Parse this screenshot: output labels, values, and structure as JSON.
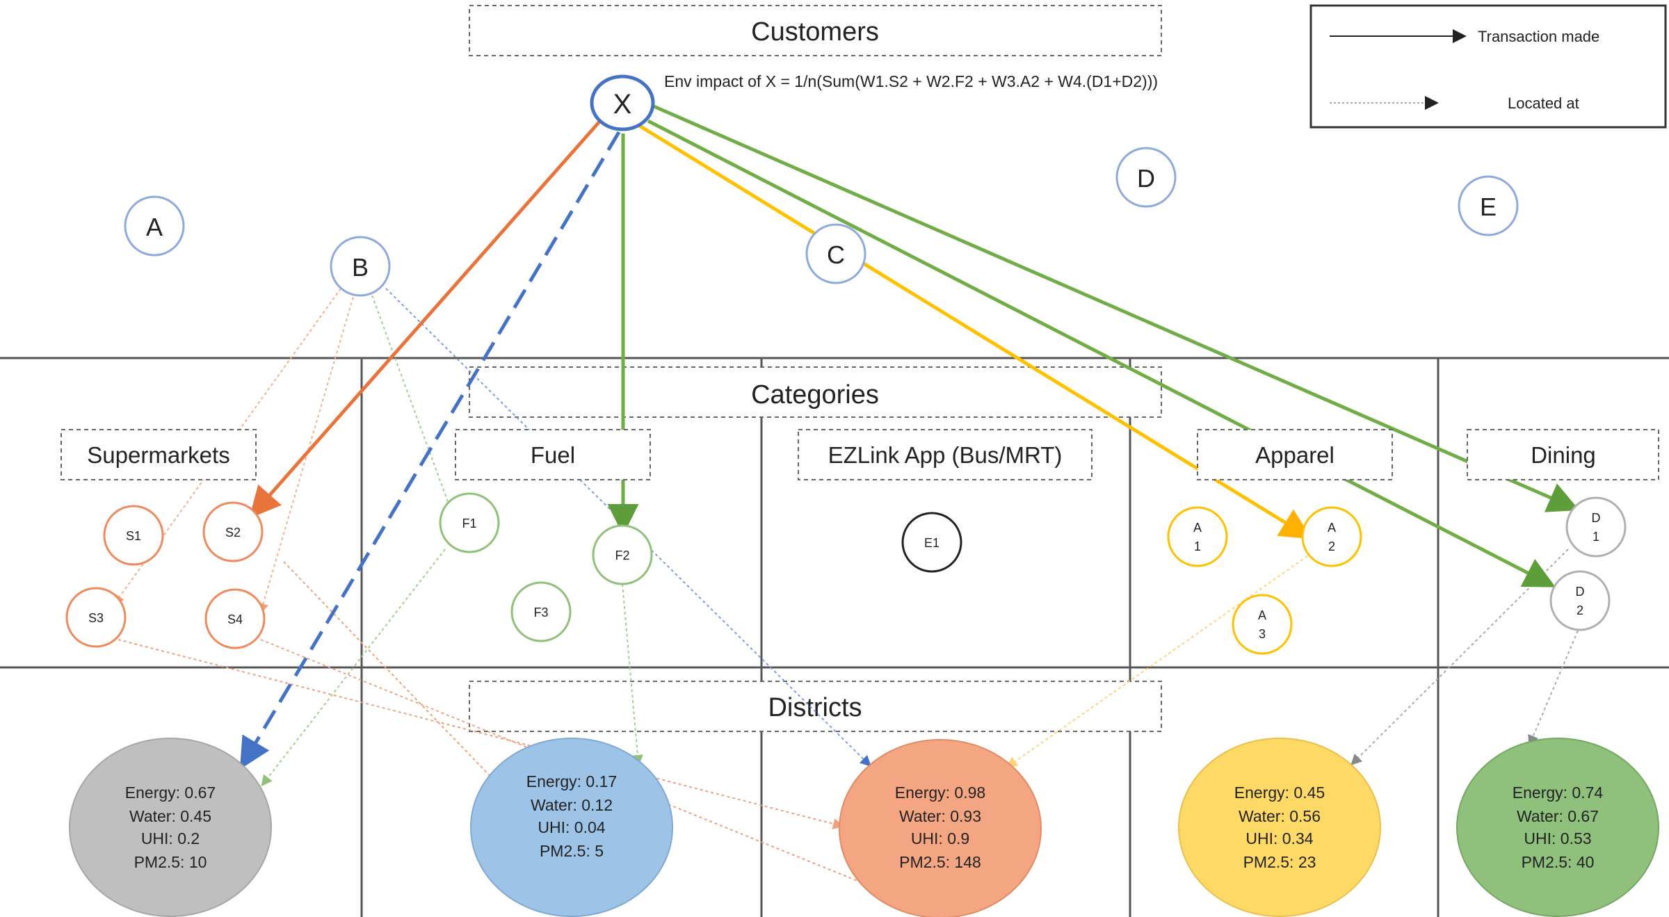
{
  "sections": {
    "customers": "Customers",
    "categories": "Categories",
    "districts": "Districts"
  },
  "formula": "Env impact of X = 1/n(Sum(W1.S2 + W2.F2 + W3.A2 + W4.(D1+D2)))",
  "legend": {
    "transaction": "Transaction made",
    "located": "Located at"
  },
  "customer_nodes": {
    "x": "X",
    "a": "A",
    "b": "B",
    "c": "C",
    "d": "D",
    "e": "E"
  },
  "category_labels": {
    "supermarkets": "Supermarkets",
    "fuel": "Fuel",
    "ezlink": "EZLink App (Bus/MRT)",
    "apparel": "Apparel",
    "dining": "Dining"
  },
  "category_nodes": {
    "s1": "S1",
    "s2": "S2",
    "s3": "S3",
    "s4": "S4",
    "f1": "F1",
    "f2": "F2",
    "f3": "F3",
    "e1": "E1",
    "a1_top": "A",
    "a1_bot": "1",
    "a2_top": "A",
    "a2_bot": "2",
    "a3_top": "A",
    "a3_bot": "3",
    "d1_top": "D",
    "d1_bot": "1",
    "d2_top": "D",
    "d2_bot": "2"
  },
  "districts": [
    {
      "energy": "Energy: 0.67",
      "water": "Water: 0.45",
      "uhi": "UHI: 0.2",
      "pm": "PM2.5: 10"
    },
    {
      "energy": "Energy: 0.17",
      "water": "Water: 0.12",
      "uhi": "UHI: 0.04",
      "pm": "PM2.5: 5"
    },
    {
      "energy": "Energy: 0.98",
      "water": "Water: 0.93",
      "uhi": "UHI: 0.9",
      "pm": "PM2.5: 148"
    },
    {
      "energy": "Energy: 0.45",
      "water": "Water: 0.56",
      "uhi": "UHI: 0.34",
      "pm": "PM2.5: 23"
    },
    {
      "energy": "Energy: 0.74",
      "water": "Water: 0.67",
      "uhi": "UHI: 0.53",
      "pm": "PM2.5: 40"
    }
  ],
  "colors": {
    "grey": "#bfbfbf",
    "blue": "#9dc3e6",
    "orange": "#f4a582",
    "yellow": "#ffd966",
    "green": "#8fc17c",
    "edge_orange": "#e8743b",
    "edge_blue": "#4472c4",
    "edge_green": "#70ad47",
    "edge_yellow": "#ffc000"
  }
}
